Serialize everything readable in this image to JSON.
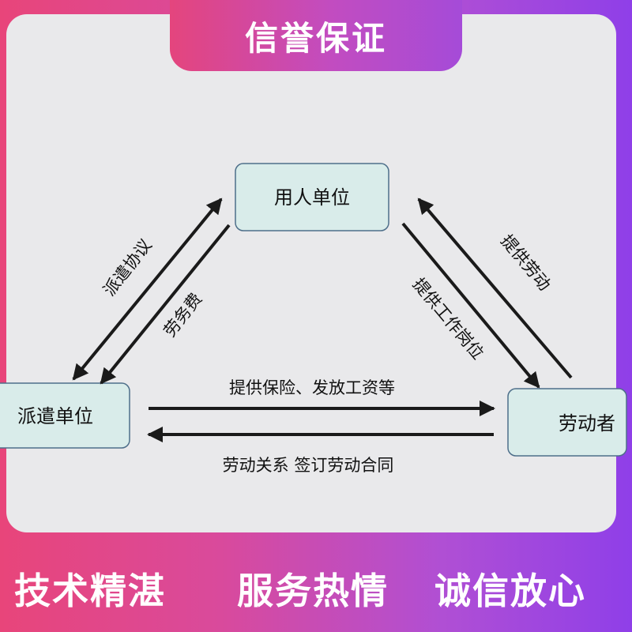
{
  "header": {
    "badge": "信誉保证"
  },
  "diagram": {
    "nodes": {
      "employer": "用人单位",
      "dispatcher": "派遣单位",
      "worker": "劳动者"
    },
    "edges": {
      "dispatch_agreement": "派遣协议",
      "service_fee": "劳务费",
      "provide_job": "提供工作岗位",
      "provide_labor": "提供劳动",
      "insurance_wages": "提供保险、发放工资等",
      "labor_contract": "劳动关系 签订劳动合同"
    }
  },
  "footer": {
    "slogans": [
      "技术精湛",
      "服务热情",
      "诚信放心"
    ]
  }
}
